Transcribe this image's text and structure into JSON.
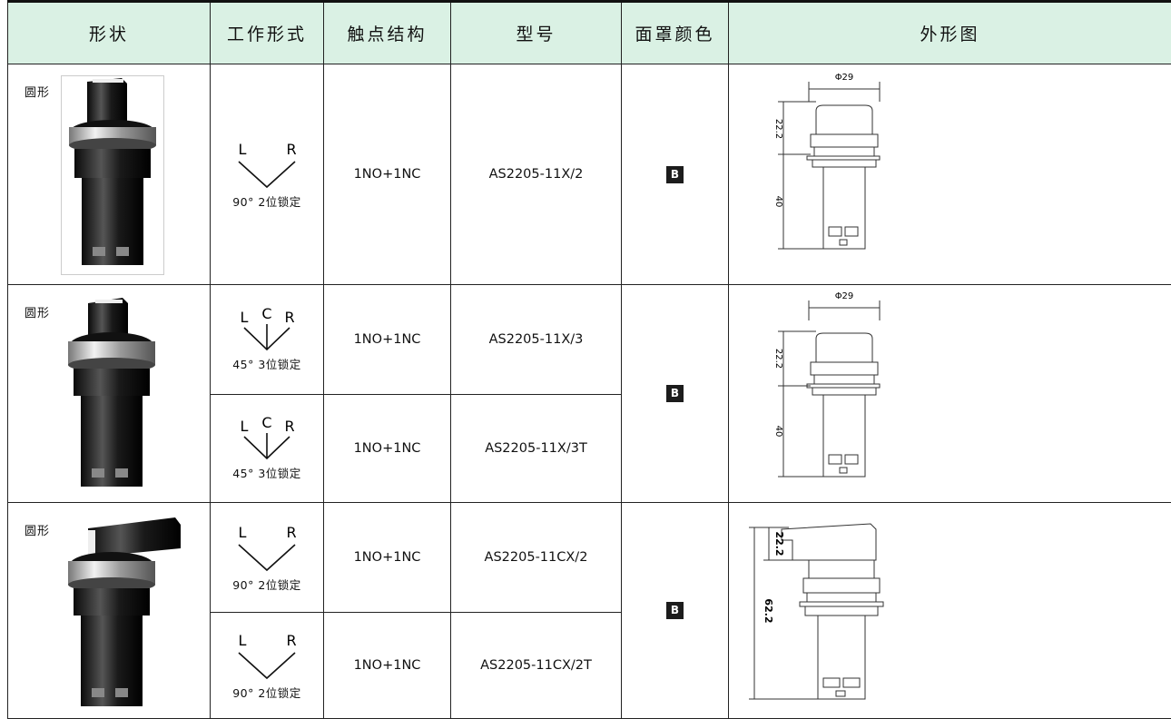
{
  "headers": [
    "形状",
    "工作形式",
    "触点结构",
    "型号",
    "面罩颜色",
    "外形图"
  ],
  "groups": [
    {
      "shape": "圆形",
      "color_badge": "B",
      "rows": [
        {
          "op_letters": [
            "L",
            "R"
          ],
          "op_caption": "90° 2位锁定",
          "contacts": "1NO+1NC",
          "model": "AS2205-11X/2"
        }
      ],
      "drawing": {
        "diameter_label": "Φ29",
        "dims": [
          "22.2",
          "40"
        ]
      }
    },
    {
      "shape": "圆形",
      "color_badge": "B",
      "rows": [
        {
          "op_letters": [
            "L",
            "C",
            "R"
          ],
          "op_caption": "45° 3位锁定",
          "contacts": "1NO+1NC",
          "model": "AS2205-11X/3"
        },
        {
          "op_letters": [
            "L",
            "C",
            "R"
          ],
          "op_caption": "45° 3位锁定",
          "contacts": "1NO+1NC",
          "model": "AS2205-11X/3T"
        }
      ],
      "drawing": {
        "diameter_label": "Φ29",
        "dims": [
          "22.2",
          "40"
        ]
      }
    },
    {
      "shape": "圆形",
      "color_badge": "B",
      "rows": [
        {
          "op_letters": [
            "L",
            "R"
          ],
          "op_caption": "90° 2位锁定",
          "contacts": "1NO+1NC",
          "model": "AS2205-11CX/2"
        },
        {
          "op_letters": [
            "L",
            "R"
          ],
          "op_caption": "90° 2位锁定",
          "contacts": "1NO+1NC",
          "model": "AS2205-11CX/2T"
        }
      ],
      "drawing": {
        "dims": [
          "22.2",
          "62.2"
        ]
      }
    }
  ]
}
